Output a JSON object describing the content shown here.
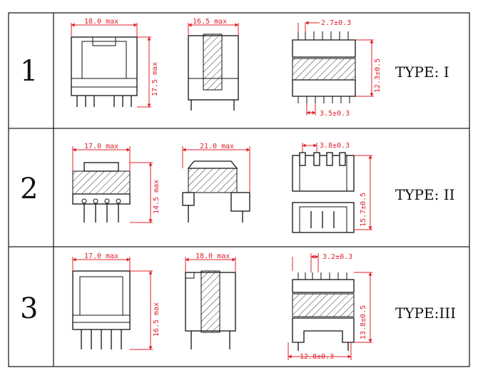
{
  "rows": [
    {
      "number": "1",
      "type_label": "TYPE: I",
      "dims": {
        "front_width": "18.0 max",
        "front_height": "17.5 max",
        "side_width": "16.5 max",
        "top_pitch": "2.7±0.3",
        "bottom_pitch": "3.5±0.3",
        "back_height": "12.3±0.5"
      }
    },
    {
      "number": "2",
      "type_label": "TYPE: II",
      "dims": {
        "front_width": "17.0 max",
        "front_height": "14.5 max",
        "side_width": "21.0 max",
        "top_pitch": "3.8±0.3",
        "back_height": "15.7±0.5"
      }
    },
    {
      "number": "3",
      "type_label": "TYPE:III",
      "dims": {
        "front_width": "17.0 max",
        "front_height": "16.5 max",
        "side_width": "18.0 max",
        "top_pitch": "3.2±0.3",
        "bottom_width": "12.8±0.3",
        "back_height": "13.8±0.5"
      }
    }
  ],
  "colors": {
    "dimension": "#e0202a",
    "line": "#111111",
    "grid": "#222222"
  }
}
